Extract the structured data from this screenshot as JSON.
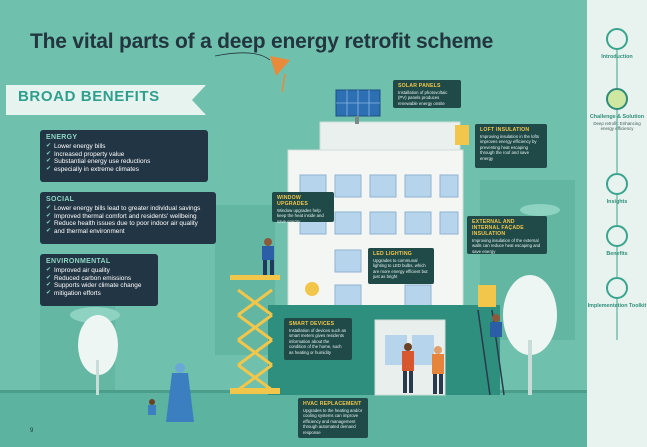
{
  "title": "The vital parts of a deep energy retrofit scheme",
  "banner": "BROAD BENEFITS",
  "benefits": [
    {
      "heading": "ENERGY",
      "items": [
        "Lower energy bills",
        "Increased property value",
        "Substantial energy use reductions",
        "especially in extreme climates"
      ]
    },
    {
      "heading": "SOCIAL",
      "items": [
        "Lower energy bills lead to greater individual savings",
        "Improved thermal comfort and residents' wellbeing",
        "Reduce health issues due to poor indoor air quality",
        "and thermal environment"
      ]
    },
    {
      "heading": "ENVIRONMENTAL",
      "items": [
        "Improved air quality",
        "Reduced carbon emissions",
        "Supports wider climate change",
        "mitigation efforts"
      ]
    }
  ],
  "callouts": {
    "solar": {
      "title": "SOLAR PANELS",
      "text": "Installation of photovoltaic (PV) panels produces renewable energy onsite"
    },
    "loft": {
      "title": "LOFT INSULATION",
      "text": "Improving insulation in the lofts improves energy efficiency by preventing heat escaping through the roof and save energy"
    },
    "window": {
      "title": "WINDOW UPGRADES",
      "text": "Window upgrades help keep the heat inside and save energy"
    },
    "facade": {
      "title": "EXTERNAL AND INTERNAL FAÇADE INSULATION",
      "text": "Improving insulation of the external walls can reduce heat escaping and save energy"
    },
    "led": {
      "title": "LED LIGHTING",
      "text": "Upgrades to communal lighting to LED bulbs, which are more energy efficient but just as bright"
    },
    "smart": {
      "title": "SMART DEVICES",
      "text": "Installation of devices such as smart meters gives residents information about the condition of the home, such as heating or humidity"
    },
    "hvac": {
      "title": "HVAC REPLACEMENT",
      "text": "Upgrades to the heating and/or cooling systems can improve efficiency and management through automated demand response"
    }
  },
  "nav": [
    {
      "label": "Introduction",
      "sub": ""
    },
    {
      "label": "Challenge & Solution",
      "sub": "Deep retrofit: Enhancing energy efficiency"
    },
    {
      "label": "Insights",
      "sub": ""
    },
    {
      "label": "Benefits",
      "sub": ""
    },
    {
      "label": "Implementation Toolkit",
      "sub": ""
    }
  ],
  "page_number": "9",
  "colors": {
    "background": "#6fc1ad",
    "dark_panel": "#223544",
    "accent_yellow": "#f2c64a",
    "nav_green": "#3aa58e",
    "active_nav": "#cfe8a1"
  }
}
